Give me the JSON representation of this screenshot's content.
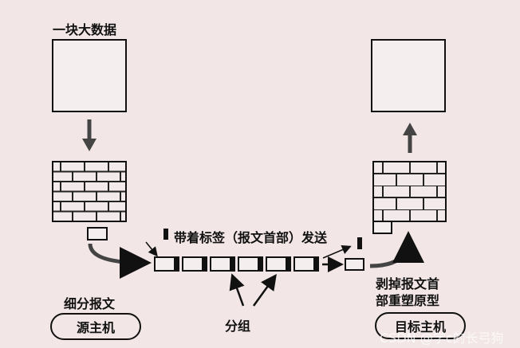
{
  "source": {
    "data_label": "一块大数据",
    "step_label": "细分报文",
    "host_label": "源主机"
  },
  "transmission": {
    "label": "带着标签（报文首部）发送",
    "packets_label": "分组"
  },
  "destination": {
    "step_label_line1": "剥掉报文首",
    "step_label_line2": "部重塑原型",
    "host_label": "目标主机"
  },
  "watermark": "CSDN @学c的长弓狗"
}
